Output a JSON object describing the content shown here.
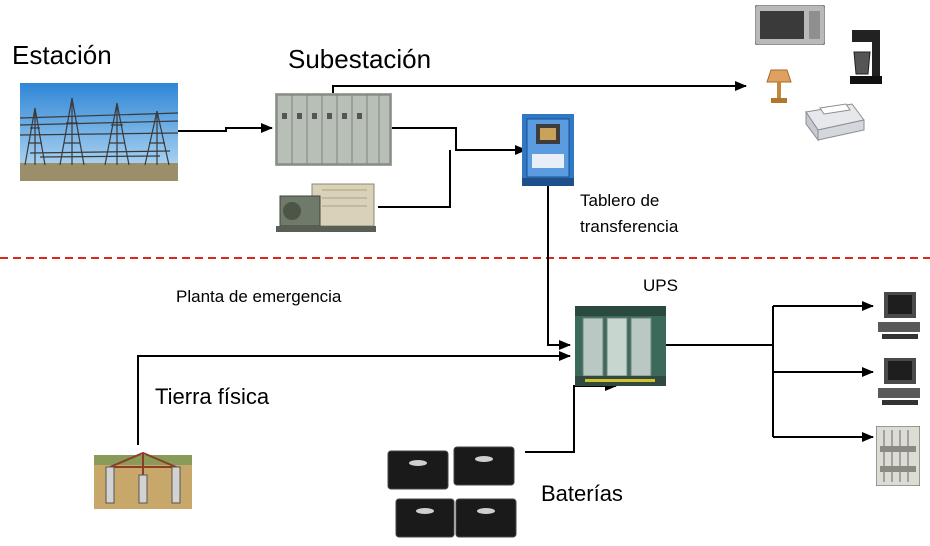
{
  "labels": {
    "estacion": "Estación",
    "subestacion": "Subestación",
    "tablero_line1": "Tablero de",
    "tablero_line2": "transferencia",
    "planta": "Planta de emergencia",
    "ups": "UPS",
    "tierra": "Tierra física",
    "baterias": "Baterías"
  },
  "colors": {
    "divider": "#e0251b",
    "line": "#000000"
  },
  "icons": [
    "power-station-photo",
    "substation-cabinet",
    "generator",
    "transfer-switch",
    "ups-cabinet",
    "ground-rods",
    "batteries",
    "microwave",
    "lamp",
    "coffee-maker",
    "printer",
    "computer",
    "computer",
    "rack-server"
  ]
}
